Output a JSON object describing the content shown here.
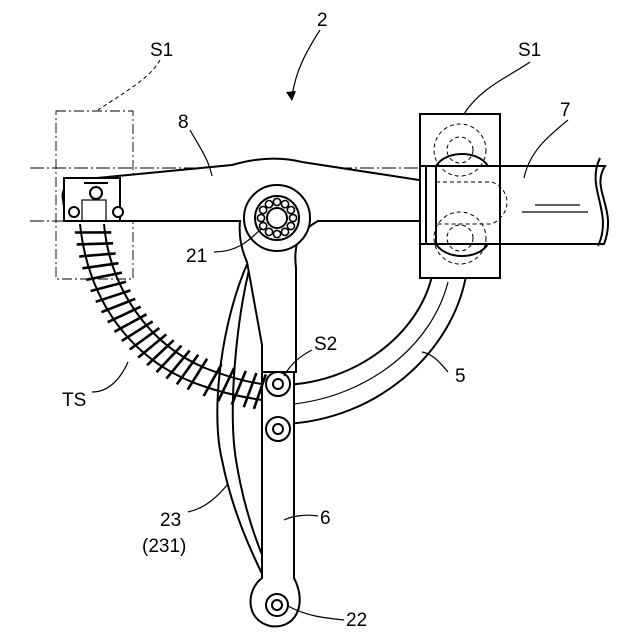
{
  "labels": {
    "assembly": "2",
    "sensor_left": "S1",
    "sensor_right": "S1",
    "arm": "8",
    "shaft": "7",
    "bearing": "21",
    "second_sensor": "S2",
    "arc_member": "5",
    "torsion_spring": "TS",
    "link_bar": "6",
    "curved_spring": "23",
    "curved_spring_sub": "(231)",
    "lower_pivot": "22"
  }
}
